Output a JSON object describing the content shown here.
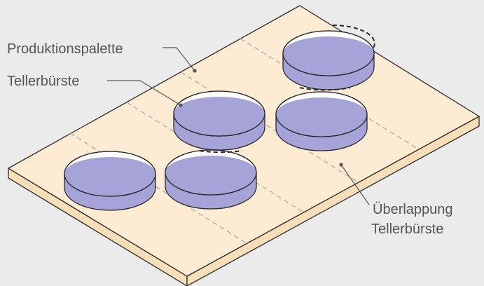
{
  "labels": {
    "pallet": "Produktionspalette",
    "brush": "Tellerbürste",
    "overlap_line1": "Überlappung",
    "overlap_line2": "Tellerbürste"
  },
  "colors": {
    "background": "#ebebeb",
    "pallet_top": "#fdebd3",
    "pallet_side": "#f5deb8",
    "brush_fill": "#a6a3d9",
    "brush_top_highlight": "#ffffff",
    "outline": "#2b2b2b",
    "dashed_line": "#a8a8a8",
    "label_text": "#555555"
  }
}
